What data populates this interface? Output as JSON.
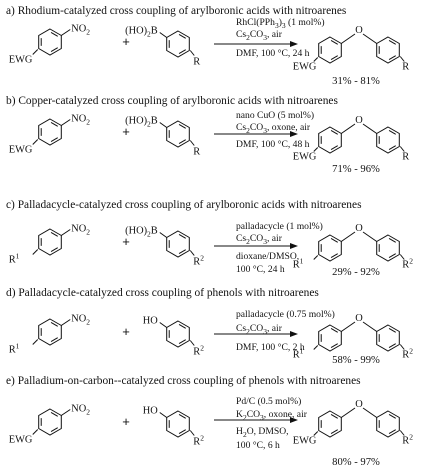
{
  "sections": [
    {
      "heading": "a) Rhodium-catalyzed  cross coupling of arylboronic acids with nitroarenes",
      "reactant1": {
        "substituent": "NO",
        "sub_index": "2",
        "ring_label": "EWG"
      },
      "plus": "+",
      "reactant2": {
        "group_prefix": "(HO)",
        "group_index": "2",
        "group_suffix": "B",
        "ring_label": "R"
      },
      "conditions_above": [
        {
          "parts": [
            {
              "t": "RhCl(PPh"
            },
            {
              "t": "3",
              "sub": true
            },
            {
              "t": ")"
            },
            {
              "t": "3",
              "sub": true
            },
            {
              "t": " (1 mol%)"
            }
          ]
        },
        {
          "parts": [
            {
              "t": "Cs"
            },
            {
              "t": "2",
              "sub": true
            },
            {
              "t": "CO"
            },
            {
              "t": "3",
              "sub": true
            },
            {
              "t": ", air"
            }
          ]
        }
      ],
      "conditions_below": [
        {
          "parts": [
            {
              "t": "DMF, 100 °C, 24 h"
            }
          ]
        }
      ],
      "product": {
        "left_label": "EWG",
        "right_label": "R"
      },
      "yield": "31% - 81%"
    },
    {
      "heading": "b) Copper-catalyzed  cross coupling of arylboronic acids with nitroarenes",
      "reactant1": {
        "substituent": "NO",
        "sub_index": "2",
        "ring_label": "EWG"
      },
      "plus": "+",
      "reactant2": {
        "group_prefix": "(HO)",
        "group_index": "2",
        "group_suffix": "B",
        "ring_label": "R"
      },
      "conditions_above": [
        {
          "parts": [
            {
              "t": "nano CuO (5 mol%)"
            }
          ]
        },
        {
          "parts": [
            {
              "t": "Cs"
            },
            {
              "t": "2",
              "sub": true
            },
            {
              "t": "CO"
            },
            {
              "t": "3",
              "sub": true
            },
            {
              "t": ", oxone, air"
            }
          ]
        }
      ],
      "conditions_below": [
        {
          "parts": [
            {
              "t": "DMF, 100 °C, 48 h"
            }
          ]
        }
      ],
      "product": {
        "left_label": "EWG",
        "right_label": "R"
      },
      "yield": "71% - 96%"
    },
    {
      "heading": "c) Palladacycle-catalyzed  cross coupling of arylboronic acids with nitroarenes",
      "reactant1": {
        "substituent": "NO",
        "sub_index": "2",
        "ring_label": "R",
        "ring_label_sup": "1"
      },
      "plus": "+",
      "reactant2": {
        "group_prefix": "(HO)",
        "group_index": "2",
        "group_suffix": "B",
        "ring_label": "R",
        "ring_label_sup": "2"
      },
      "conditions_above": [
        {
          "parts": [
            {
              "t": "palladacycle (1 mol%)"
            }
          ]
        },
        {
          "parts": [
            {
              "t": "Cs"
            },
            {
              "t": "2",
              "sub": true
            },
            {
              "t": "CO"
            },
            {
              "t": "3",
              "sub": true
            },
            {
              "t": ", air"
            }
          ]
        }
      ],
      "conditions_below": [
        {
          "parts": [
            {
              "t": "dioxane/DMSO,"
            }
          ]
        },
        {
          "parts": [
            {
              "t": "100 °C, 24 h"
            }
          ]
        }
      ],
      "product": {
        "left_label": "R",
        "left_label_sup": "1",
        "right_label": "R",
        "right_label_sup": "2"
      },
      "yield": "29% - 92%"
    },
    {
      "heading": "d) Palladacycle-catalyzed  cross coupling of phenols with nitroarenes",
      "reactant1": {
        "substituent": "NO",
        "sub_index": "2",
        "ring_label": "R",
        "ring_label_sup": "1"
      },
      "plus": "+",
      "reactant2": {
        "group_prefix": "HO",
        "group_index": "",
        "group_suffix": "",
        "ring_label": "R",
        "ring_label_sup": "2"
      },
      "conditions_above": [
        {
          "parts": [
            {
              "t": "palladacycle (0.75 mol%)"
            }
          ]
        },
        {
          "parts": [
            {
              "t": "Cs"
            },
            {
              "t": "2",
              "sub": true
            },
            {
              "t": "CO"
            },
            {
              "t": "3",
              "sub": true
            },
            {
              "t": ", air"
            }
          ]
        }
      ],
      "conditions_below": [
        {
          "parts": [
            {
              "t": "DMF, 100 °C, 2 h"
            }
          ]
        }
      ],
      "product": {
        "left_label": "R",
        "left_label_sup": "1",
        "right_label": "R",
        "right_label_sup": "2"
      },
      "yield": "58% - 99%"
    },
    {
      "heading": "e) Palladium-on-carbon--catalyzed  cross coupling of phenols with nitroarenes",
      "reactant1": {
        "substituent": "NO",
        "sub_index": "2",
        "ring_label": "EWG"
      },
      "plus": "+",
      "reactant2": {
        "group_prefix": "HO",
        "group_index": "",
        "group_suffix": "",
        "ring_label": "R",
        "ring_label_sup": "2"
      },
      "conditions_above": [
        {
          "parts": [
            {
              "t": "Pd/C (0.5 mol%)"
            }
          ]
        },
        {
          "parts": [
            {
              "t": "K"
            },
            {
              "t": "2",
              "sub": true
            },
            {
              "t": "CO"
            },
            {
              "t": "3",
              "sub": true
            },
            {
              "t": ", oxone, air"
            }
          ]
        }
      ],
      "conditions_below": [
        {
          "parts": [
            {
              "t": "H"
            },
            {
              "t": "2",
              "sub": true
            },
            {
              "t": "O, DMSO,"
            }
          ]
        },
        {
          "parts": [
            {
              "t": "100 °C, 6 h"
            }
          ]
        }
      ],
      "product": {
        "left_label": "EWG",
        "right_label": "R",
        "right_label_sup": "2"
      },
      "yield": "80% - 97%"
    }
  ],
  "product_linker": "O"
}
